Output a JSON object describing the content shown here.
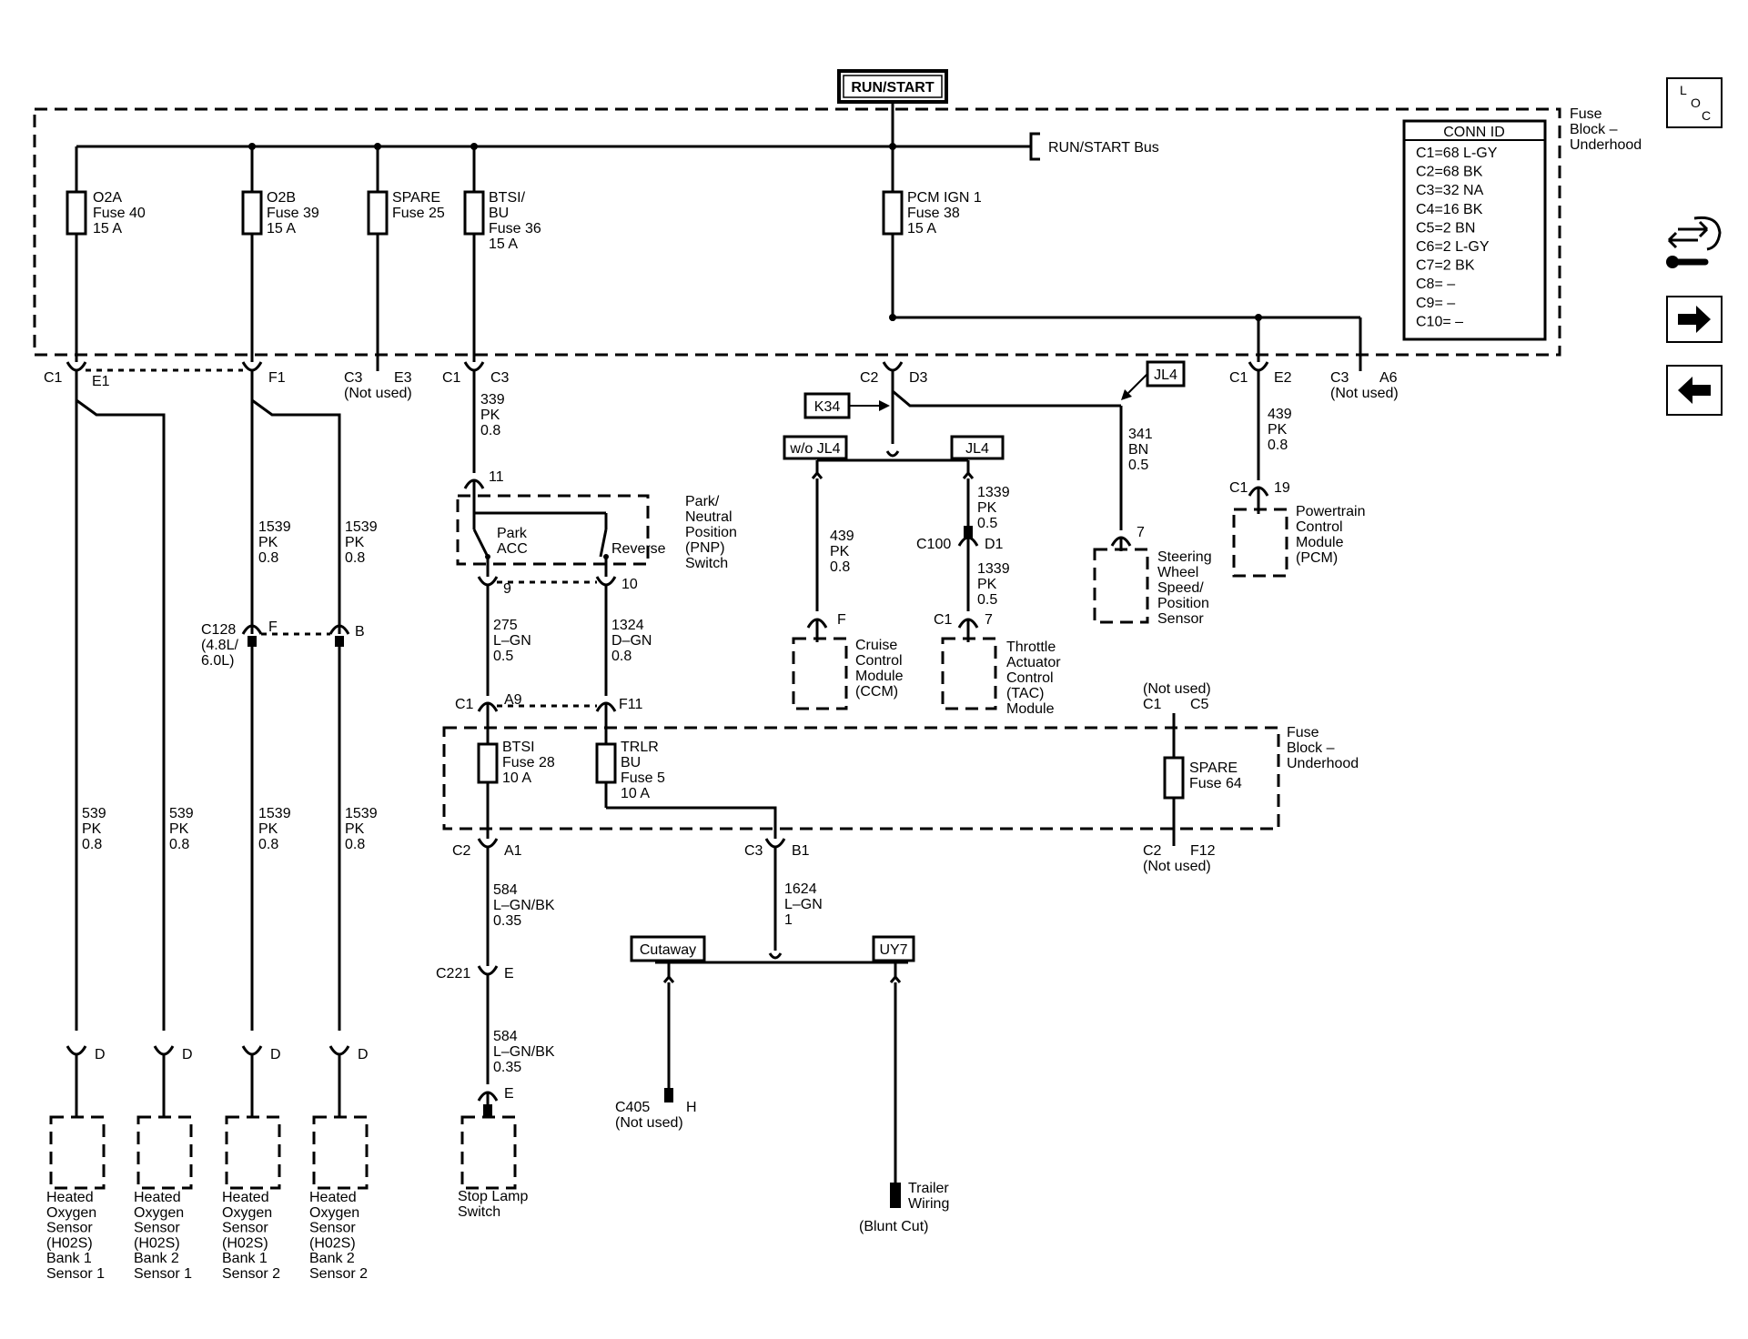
{
  "power": {
    "source": "RUN/START",
    "bus": "RUN/START Bus"
  },
  "fuse_block_upper": {
    "line1": "Fuse",
    "line2": "Block –",
    "line3": "Underhood"
  },
  "fuse_block_lower": {
    "line1": "Fuse",
    "line2": "Block –",
    "line3": "Underhood"
  },
  "conn_id": {
    "title": "CONN ID",
    "rows": [
      "C1=68 L-GY",
      "C2=68 BK",
      "C3=32 NA",
      "C4=16 BK",
      "C5=2 BN",
      "C6=2 L-GY",
      "C7=2 BK",
      "C8= –",
      "C9= –",
      "C10= –"
    ]
  },
  "nav_icons": [
    "loc-icon",
    "service-info-icon",
    "next-arrow-icon",
    "previous-arrow-icon"
  ],
  "nav_text": {
    "loc_l": "L",
    "loc_o": "O",
    "loc_c": "C"
  },
  "fuses": [
    {
      "l1": "O2A",
      "l2": "Fuse 40",
      "l3": "15 A"
    },
    {
      "l1": "O2B",
      "l2": "Fuse 39",
      "l3": "15 A"
    },
    {
      "l1": "SPARE",
      "l2": "Fuse 25",
      "l3": ""
    },
    {
      "l1": "BTSI/",
      "l2": "BU",
      "l3": "Fuse 36",
      "l4": "15 A"
    },
    {
      "l1": "PCM IGN 1",
      "l2": "Fuse 38",
      "l3": "15 A"
    },
    {
      "l1": "BTSI",
      "l2": "Fuse 28",
      "l3": "10 A"
    },
    {
      "l1": "TRLR",
      "l2": "BU",
      "l3": "Fuse 5",
      "l4": "10 A"
    },
    {
      "l1": "SPARE",
      "l2": "Fuse 64"
    }
  ],
  "connectors": {
    "c1e1": {
      "a": "C1",
      "b": "E1"
    },
    "f1": {
      "b": "F1"
    },
    "c3e3": {
      "a": "C3",
      "b": "E3",
      "note": "(Not used)"
    },
    "c1c3": {
      "a": "C1",
      "b": "C3"
    },
    "c2d3": {
      "a": "C2",
      "b": "D3"
    },
    "c1e2": {
      "a": "C1",
      "b": "E2"
    },
    "c3a6": {
      "a": "C3",
      "b": "A6",
      "note": "(Not used)"
    },
    "pnp11": "11",
    "pnp9": "9",
    "pnp10": "10",
    "c128": {
      "a": "C128",
      "b": "(4.8L/",
      "c": "6.0L)",
      "f": "F",
      "bb": "B"
    },
    "c1a9": {
      "a": "C1",
      "b": "A9",
      "c": "F11"
    },
    "c2a1": {
      "a": "C2",
      "b": "A1"
    },
    "c3b1": {
      "a": "C3",
      "b": "B1"
    },
    "c221": {
      "a": "C221",
      "b": "E"
    },
    "stopE": "E",
    "c405": {
      "a": "C405",
      "b": "H",
      "note": "(Not used)"
    },
    "c1c5": {
      "note": "(Not used)",
      "a": "C1",
      "b": "C5"
    },
    "c2f12": {
      "a": "C2",
      "b": "F12",
      "note": "(Not used)"
    },
    "ccmF": "F",
    "c100": {
      "a": "C100",
      "b": "D1"
    },
    "tac": {
      "a": "C1",
      "b": "7"
    },
    "sw7": "7",
    "pcm": {
      "a": "C1",
      "b": "19"
    },
    "d": "D"
  },
  "wires": {
    "w339": [
      "339",
      "PK",
      "0.8"
    ],
    "w1539a": [
      "1539",
      "PK",
      "0.8"
    ],
    "w1539b": [
      "1539",
      "PK",
      "0.8"
    ],
    "w1539c": [
      "1539",
      "PK",
      "0.8"
    ],
    "w1539d": [
      "1539",
      "PK",
      "0.8"
    ],
    "w539a": [
      "539",
      "PK",
      "0.8"
    ],
    "w539b": [
      "539",
      "PK",
      "0.8"
    ],
    "w275": [
      "275",
      "L–GN",
      "0.5"
    ],
    "w1324": [
      "1324",
      "D–GN",
      "0.8"
    ],
    "w584a": [
      "584",
      "L–GN/BK",
      "0.35"
    ],
    "w584b": [
      "584",
      "L–GN/BK",
      "0.35"
    ],
    "w1624": [
      "1624",
      "L–GN",
      "1"
    ],
    "w439a": [
      "439",
      "PK",
      "0.8"
    ],
    "w439b": [
      "439",
      "PK",
      "0.8"
    ],
    "w1339a": [
      "1339",
      "PK",
      "0.5"
    ],
    "w1339b": [
      "1339",
      "PK",
      "0.5"
    ],
    "w341": [
      "341",
      "BN",
      "0.5"
    ]
  },
  "options": {
    "k34": "K34",
    "wojl4": "w/o JL4",
    "jl4a": "JL4",
    "jl4b": "JL4",
    "cutaway": "Cutaway",
    "uy7": "UY7"
  },
  "switch": {
    "l1": "Park/",
    "l2": "Neutral",
    "l3": "Position",
    "l4": "(PNP)",
    "l5": "Switch",
    "park": "Park",
    "acc": "ACC",
    "reverse": "Reverse"
  },
  "components": {
    "ho2s": [
      [
        "Heated",
        "Oxygen",
        "Sensor",
        "(H02S)",
        "Bank 1",
        "Sensor 1"
      ],
      [
        "Heated",
        "Oxygen",
        "Sensor",
        "(H02S)",
        "Bank 2",
        "Sensor 1"
      ],
      [
        "Heated",
        "Oxygen",
        "Sensor",
        "(H02S)",
        "Bank 1",
        "Sensor 2"
      ],
      [
        "Heated",
        "Oxygen",
        "Sensor",
        "(H02S)",
        "Bank 2",
        "Sensor 2"
      ]
    ],
    "stoplamp": [
      "Stop Lamp",
      "Switch"
    ],
    "ccm": [
      "Cruise",
      "Control",
      "Module",
      "(CCM)"
    ],
    "tac": [
      "Throttle",
      "Actuator",
      "Control",
      "(TAC)",
      "Module"
    ],
    "steering": [
      "Steering",
      "Wheel",
      "Speed/",
      "Position",
      "Sensor"
    ],
    "pcm": [
      "Powertrain",
      "Control",
      "Module",
      "(PCM)"
    ],
    "trailer": [
      "Trailer",
      "Wiring"
    ],
    "blunt": "(Blunt Cut)"
  }
}
